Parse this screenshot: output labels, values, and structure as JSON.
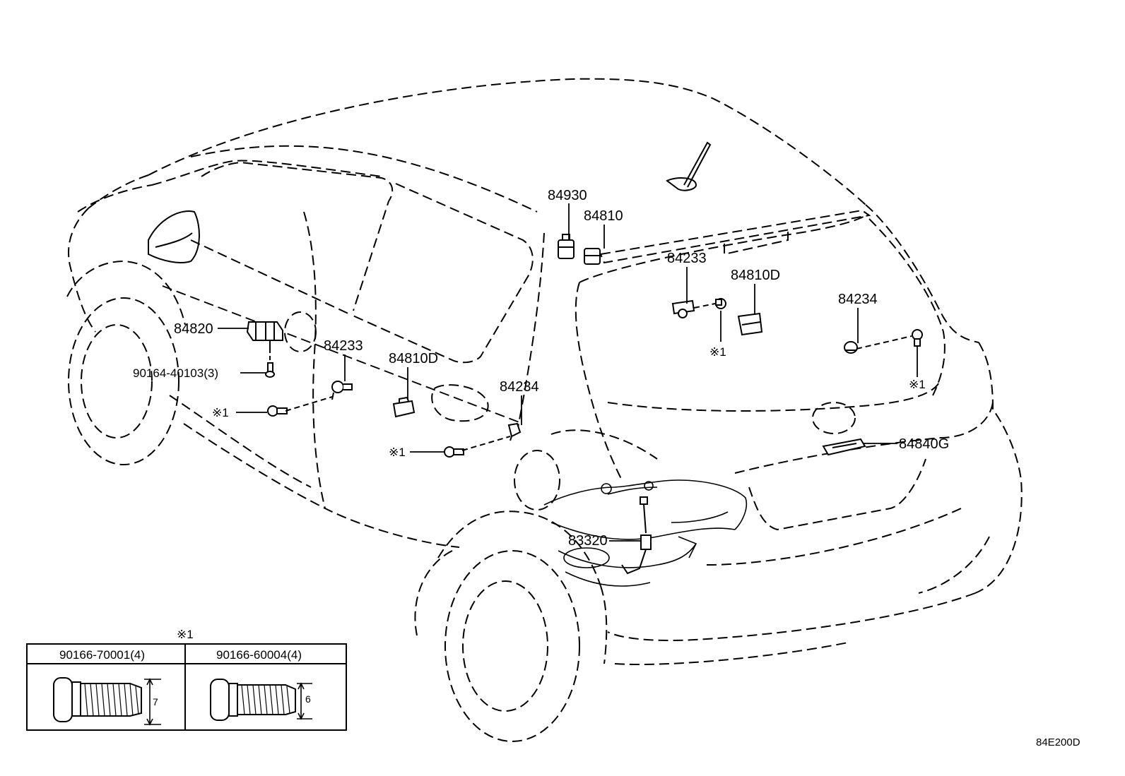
{
  "diagram_code": "84E200D",
  "callouts": {
    "p84930": "84930",
    "p84810": "84810",
    "p84233_rear": "84233",
    "p84810D_rear": "84810D",
    "p84234_rear": "84234",
    "p84820": "84820",
    "p90164": "90164-40103(3)",
    "p84233_door": "84233",
    "p84810D_door": "84810D",
    "p84234_door": "84234",
    "p84840G": "84840G",
    "p83320": "83320",
    "ref_door_left": "※1",
    "ref_door_right": "※1",
    "ref_rear_left": "※1",
    "ref_rear_right": "※1"
  },
  "legend": {
    "marker": "※1",
    "col1_header": "90166-70001(4)",
    "col2_header": "90166-60004(4)",
    "col1_dim": "7",
    "col2_dim": "6"
  }
}
